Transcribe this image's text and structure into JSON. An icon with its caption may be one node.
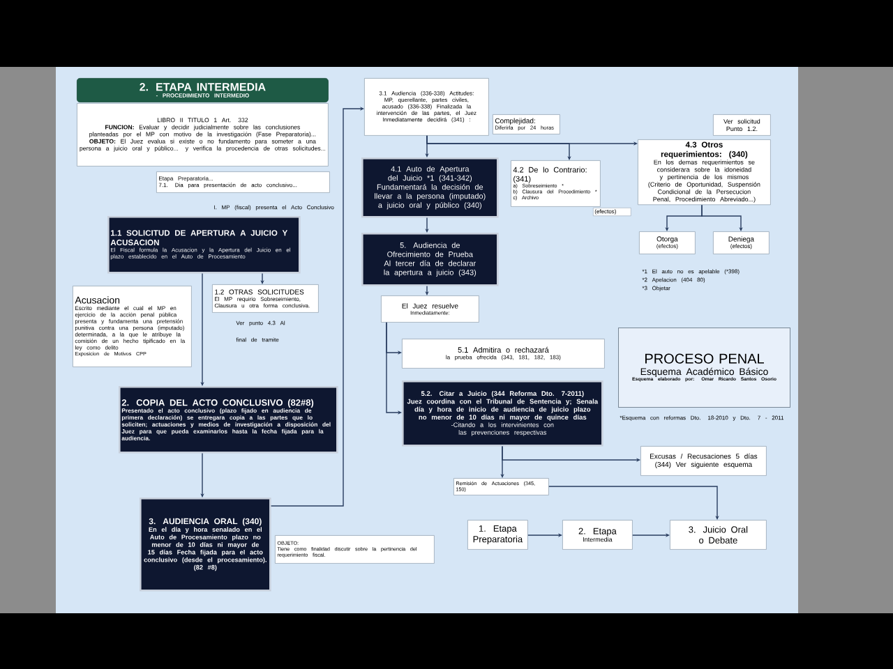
{
  "diagram": {
    "nodes": [
      {
        "text": [
          "2. ETAPA INTERMEDIA",
          "- PROCEDIMIENTO INTERMEDIO"
        ]
      },
      {
        "text": [
          "LIBRO II TITULO 1 Art. 332",
          "**FUNCION:** Evaluar y decidir judicialmente sobre las conclusiones planteadas por el MP con motivo de la investigación (Fase Preparatoria)...",
          "**OBJETO:** El Juez evalua si existe o no fundamento para someter a una persona a juicio oral y público... y verifica la procedencia de otras solicitudes..."
        ]
      },
      {
        "text": [
          "Etapa Preparatoria...",
          "7.1. Dia para presentación de acto conclusivo..."
        ]
      },
      {
        "text": [
          "1.1 SOLICITUD DE APERTURA A JUICIO Y ACUSACION",
          "El Fiscal formula la Acusacion y la Apertura del Juicio en el plazo establecido en el Auto de Procesamiento"
        ]
      },
      {
        "text": [
          "1.2 OTRAS SOLICITUDES",
          "El MP requirio Sobreseimiento, Clausura u otra forma conclusiva."
        ]
      },
      {
        "text": [
          "Acusacion",
          "Escrito mediante el cual el MP en ejercicio de la acción penal pública presenta y fundamenta una pretensión punitiva contra una persona (imputado) determinada, a la que le atribuye la comisión de un hecho tipificado en la ley como delito",
          "Exposicion de Motivos CPP"
        ]
      },
      {
        "text": [
          "2. COPIA DEL ACTO CONCLUSIVO (82#8)",
          "Presentado el acto conclusivo (plazo fijado en audiencia de primera declaración) se entregara copia a las partes que lo soliciten; actuaciones y medios de investigación a disposición del Juez para que pueda examinarlos hasta la fecha fijada para la audiencia."
        ]
      },
      {
        "text": [
          "3. AUDIENCIA ORAL (340)",
          "En el día y hora senalado en el Auto de Procesamiento plazo no menor de 10 días ni mayor de 15 días Fecha fijada para el acto conclusivo (desde el procesamiento).",
          "(82 #8)"
        ]
      },
      {
        "text": [
          "3.1 Audiencia (336-338) Actitudes: MP, querellante, partes civiles, acusado (336-338) Finalizada la intervención de las partes, el Juez Inmediatamente decidirá (341) :"
        ]
      },
      {
        "text": [
          "Complejidad:",
          "Diferirla por 24 horas"
        ]
      },
      {
        "text": [
          "4.1 Auto de Apertura del Juicio *1 (341-342)",
          "Fundamentará la decisión de llevar a la persona (imputado) a juicio oral y público (340)"
        ]
      },
      {
        "text": [
          "4.2 De lo Contrario: (341)",
          "a) Sobreseimiento *",
          "b) Clausura del Procedimiento *",
          "c) Archivo"
        ]
      },
      {
        "text": [
          "4.3 Otros requerimientos: (340)",
          "En los demas requerimientos se considerara sobre la idoneidad y pertinencia de los mismos (Criterio de Oportunidad, Suspensión Condicional de la Persecucion Penal, Procedimiento Abreviado...)"
        ]
      },
      {
        "text": [
          "Otorga",
          "(efectos)"
        ]
      },
      {
        "text": [
          "Deniega",
          "(efectos)"
        ]
      },
      {
        "text": [
          "5. Audiencia de Ofrecimiento de Prueba",
          "Al tercer día de declarar la apertura a juicio (343)"
        ]
      },
      {
        "text": [
          "El Juez resuelve",
          "Inmediatamente:"
        ]
      },
      {
        "text": [
          "5.1 Admitira o rechazará",
          "la prueba ofrecida (343, 181, 182, 183)"
        ]
      },
      {
        "text": [
          "5.2. Citar a Juicio (344 Reforma Dto. 7-2011)",
          "Juez coordina con el Tribunal de Sentencia y; Senala día y hora de inicio de audiencia de juicio plazo no menor de 10 días ni mayor de quince días",
          "-Citando a los intervinientes con las prevenciones respectivas"
        ]
      },
      {
        "text": [
          "Remisión de Actuaciones (345, 150)"
        ]
      },
      {
        "text": [
          "Excusas / Recusaciones 5 días (344) Ver siguiente esquema"
        ]
      },
      {
        "text": [
          "1. Etapa Preparatoria"
        ]
      },
      {
        "text": [
          "2. Etapa",
          "Intermedia"
        ]
      },
      {
        "text": [
          "3. Juicio Oral o Debate"
        ]
      },
      {
        "text": [
          "OBJETO:",
          "Tiene como finalidad discutir sobre la pertinencia del requerimiento fiscal."
        ]
      },
      {
        "text": [
          "Ver solicitud Punto 1.2."
        ]
      },
      {
        "text": [
          "PROCESO PENAL",
          "Esquema Académico Básico",
          "Esquema elaborado por: Omar Ricardo Santos Osorio"
        ]
      }
    ],
    "edges": [
      {
        "from": 3,
        "to": 4,
        "arrow": "to"
      },
      {
        "from": 3,
        "to": 6,
        "arrow": "to"
      },
      {
        "from": 6,
        "to": 7,
        "arrow": "to"
      },
      {
        "from": 7,
        "to": 8,
        "arrow": "to"
      },
      {
        "from": 8,
        "to": 10,
        "arrow": "to"
      },
      {
        "from": 8,
        "to": 11,
        "arrow": "to"
      },
      {
        "from": 8,
        "to": 12,
        "arrow": "to"
      },
      {
        "from": 10,
        "to": 15,
        "arrow": "to"
      },
      {
        "from": 15,
        "to": 16,
        "arrow": "to"
      },
      {
        "from": 16,
        "to": 17,
        "arrow": "to"
      },
      {
        "from": 16,
        "to": 18,
        "arrow": "to"
      },
      {
        "from": 18,
        "to": 19,
        "arrow": "to"
      },
      {
        "from": 18,
        "to": 20,
        "arrow": "to"
      },
      {
        "from": 19,
        "to": 23,
        "arrow": "to"
      },
      {
        "from": 21,
        "to": 22,
        "arrow": "to"
      },
      {
        "from": 22,
        "to": 23,
        "arrow": "to"
      },
      {
        "from": 12,
        "to": 13,
        "arrow": "to"
      },
      {
        "from": 12,
        "to": 14,
        "arrow": "to"
      }
    ],
    "labels": [
      "I. MP (fiscal) presenta el Acto Conclusivo",
      "Ver punto 4.3 Al final de tramite",
      "(efectos)",
      "*1 El auto no es apelable (*398)",
      "*2 Apelacion (404 80)",
      "*3 Objetar",
      "*Esquema con reformas Dto. 18-2010 y Dto. 7 - 2011"
    ]
  }
}
